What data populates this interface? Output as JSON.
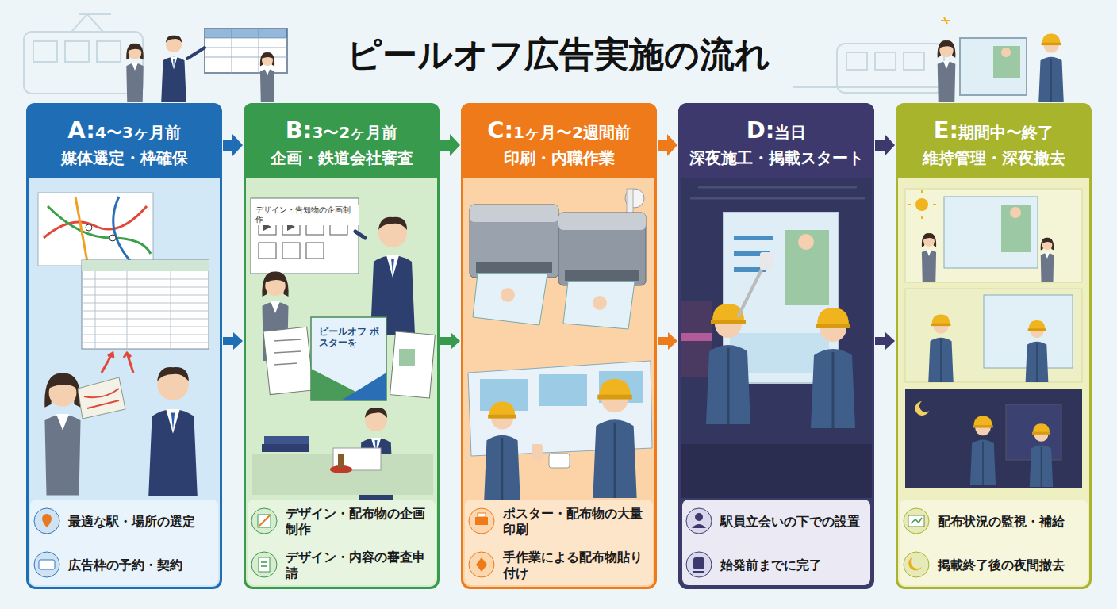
{
  "diagram": {
    "title": "ピールオフ広告実施の流れ",
    "nodes": [
      {
        "text": [
          "A:4〜3ヶ月前",
          "媒体選定・枠確保",
          "最適な駅・場所の選定",
          "広告枠の予約・契約"
        ]
      },
      {
        "text": [
          "B:3〜2ヶ月前",
          "企画・鉄道会社審査",
          "デザイン・配布物の企画制作",
          "デザイン・内容の審査申請"
        ]
      },
      {
        "text": [
          "C:1ヶ月〜2週間前",
          "印刷・内職作業",
          "ポスター・配布物の大量印刷",
          "手作業による配布物貼り付け"
        ]
      },
      {
        "text": [
          "D:当日",
          "深夜施工・掲載スタート",
          "駅員立会いの下での設置",
          "始発前までに完了"
        ]
      },
      {
        "text": [
          "E:期間中〜終了",
          "維持管理・深夜撤去",
          "配布状況の監視・補給",
          "掲載終了後の夜間撤去"
        ]
      }
    ],
    "edges": [
      {
        "from": 0,
        "to": 1,
        "arrow": "to"
      },
      {
        "from": 1,
        "to": 2,
        "arrow": "to"
      },
      {
        "from": 2,
        "to": 3,
        "arrow": "to"
      },
      {
        "from": 3,
        "to": 4,
        "arrow": "to"
      },
      {
        "from": 0,
        "to": 1,
        "arrow": "to"
      },
      {
        "from": 1,
        "to": 2,
        "arrow": "to"
      },
      {
        "from": 2,
        "to": 3,
        "arrow": "to"
      },
      {
        "from": 3,
        "to": 4,
        "arrow": "to"
      }
    ],
    "labels": [
      "デザイン・告知物の企画制作",
      "ピールオフ ポスターを"
    ]
  }
}
